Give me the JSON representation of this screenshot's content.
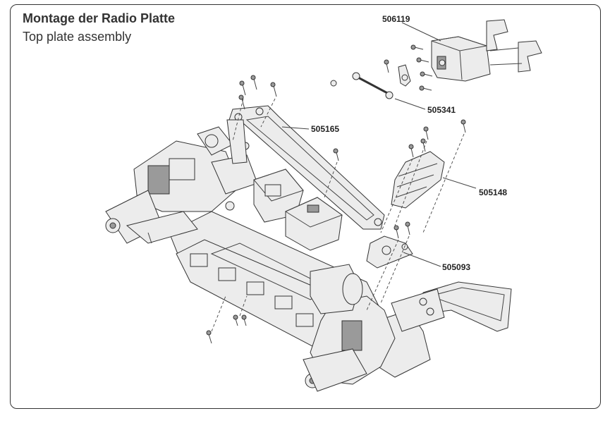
{
  "header": {
    "title": "Montage der Radio Platte",
    "subtitle": "Top plate assembly"
  },
  "part_numbers": {
    "receiver_box": "506119",
    "servo_link": "505341",
    "top_plate": "505165",
    "cover": "505148",
    "brace": "505093"
  },
  "colors": {
    "line": "#333333",
    "fill": "#ececec",
    "dark": "#9a9a9a"
  }
}
